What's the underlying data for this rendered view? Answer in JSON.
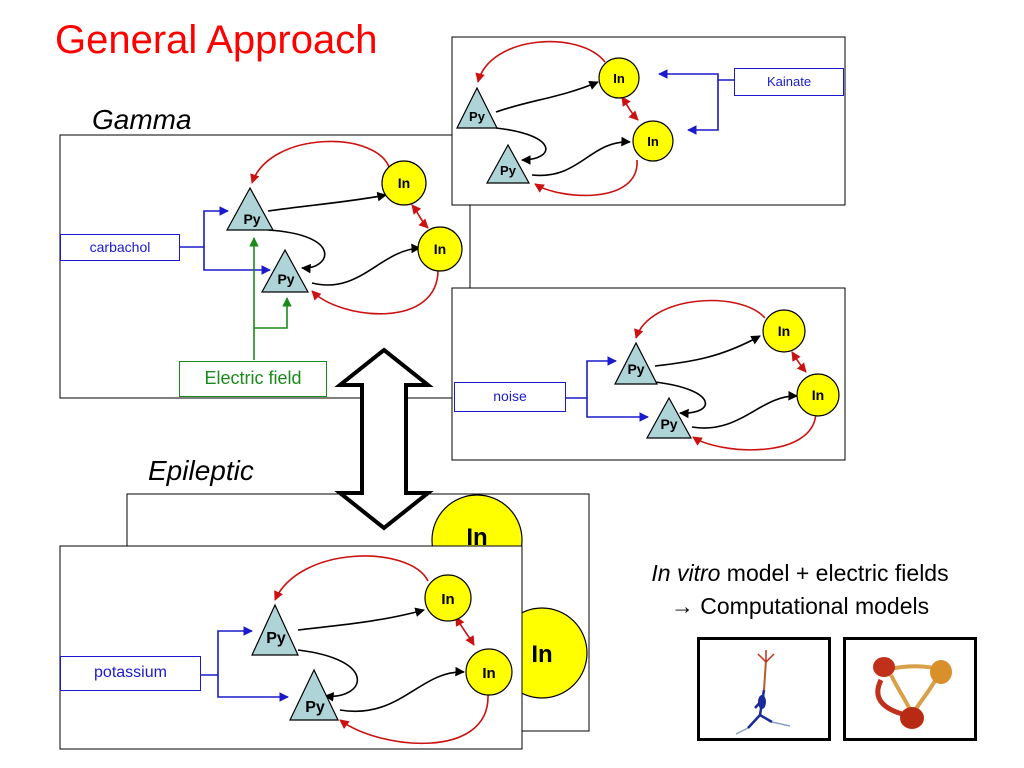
{
  "title": "General Approach",
  "sections": {
    "gamma": "Gamma",
    "epileptic": "Epileptic"
  },
  "node_labels": {
    "pyramidal": "Py",
    "interneuron": "In"
  },
  "inputs": {
    "kainate": "Kainate",
    "carbachol": "carbachol",
    "electric_field": "Electric field",
    "noise": "noise",
    "potassium": "potassium"
  },
  "caption": {
    "line1_italic": "In vitro",
    "line1_rest": " model + electric fields",
    "line2": "→ Computational models"
  },
  "colors": {
    "title": "#ff0000",
    "interneuron_fill": "#ffff00",
    "pyramidal_fill": "#aed4d8",
    "excitatory_arrow": "#000000",
    "inhibitory_arrow": "#cc1111",
    "input_arrow": "#1a1acc",
    "field_arrow": "#1a8a1a"
  },
  "icons": [
    "double-arrow-icon",
    "neuron-model-icon",
    "compartment-model-icon"
  ]
}
